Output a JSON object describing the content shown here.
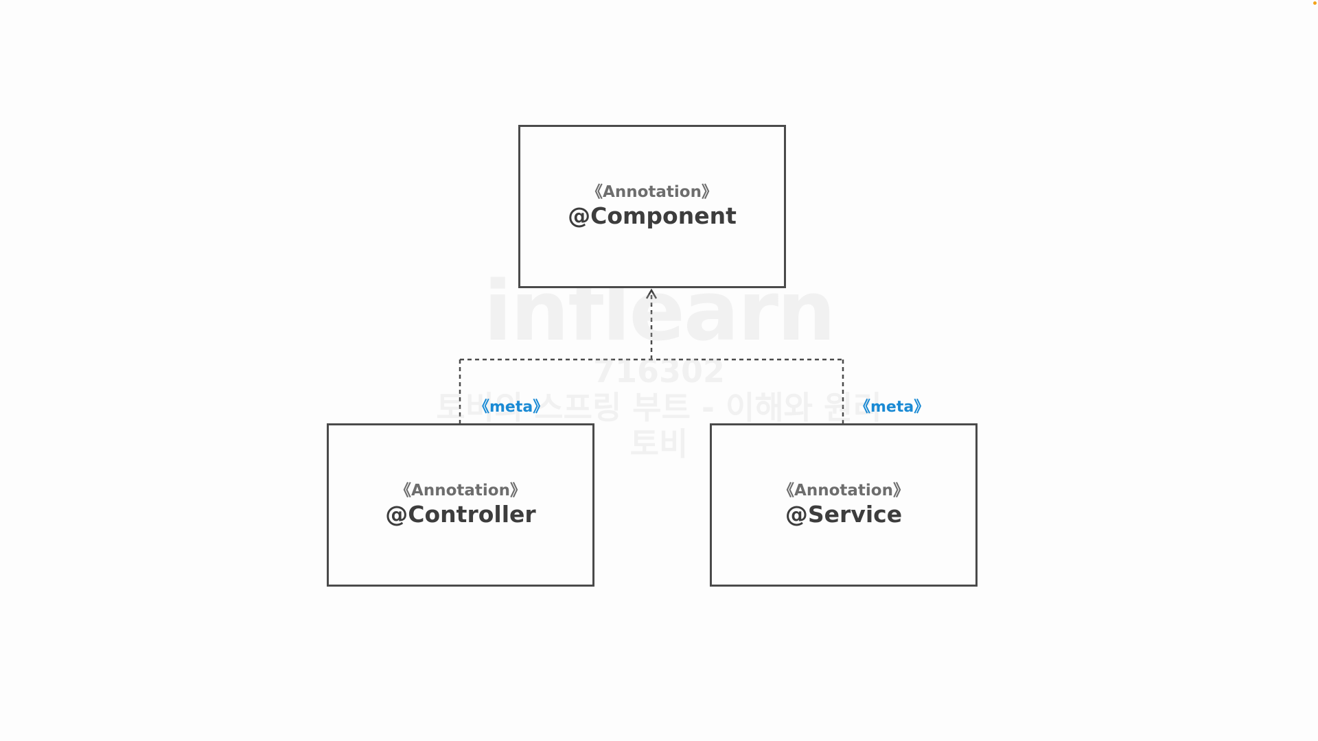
{
  "diagram": {
    "top_box": {
      "stereotype": "《Annotation》",
      "name": "@Component"
    },
    "left_box": {
      "stereotype": "《Annotation》",
      "name": "@Controller"
    },
    "right_box": {
      "stereotype": "《Annotation》",
      "name": "@Service"
    },
    "left_relation_label": "《meta》",
    "right_relation_label": "《meta》"
  },
  "watermark": {
    "logo": "inflearn",
    "id": "716302",
    "course": "토비의 스프링 부트 - 이해와 원리",
    "author": "토비"
  },
  "colors": {
    "box_border": "#4a4a4a",
    "stereotype_text": "#6d6d6d",
    "name_text": "#3d3d3d",
    "meta_label": "#1a8ad4",
    "connector": "#4a4a4a"
  }
}
